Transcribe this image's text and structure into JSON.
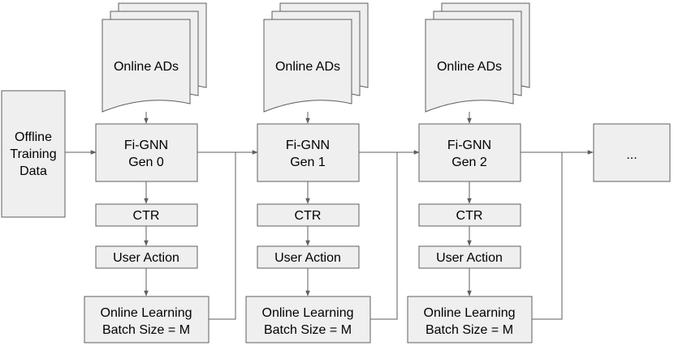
{
  "offline": {
    "line1": "Offline",
    "line2": "Training",
    "line3": "Data"
  },
  "ellipsis": "...",
  "generations": [
    {
      "ads": "Online ADs",
      "model_line1": "Fi-GNN",
      "model_line2": "Gen 0",
      "ctr": "CTR",
      "user_action": "User Action",
      "learning_line1": "Online Learning",
      "learning_line2": "Batch Size = M"
    },
    {
      "ads": "Online ADs",
      "model_line1": "Fi-GNN",
      "model_line2": "Gen 1",
      "ctr": "CTR",
      "user_action": "User Action",
      "learning_line1": "Online Learning",
      "learning_line2": "Batch Size = M"
    },
    {
      "ads": "Online ADs",
      "model_line1": "Fi-GNN",
      "model_line2": "Gen 2",
      "ctr": "CTR",
      "user_action": "User Action",
      "learning_line1": "Online Learning",
      "learning_line2": "Batch Size = M"
    }
  ]
}
